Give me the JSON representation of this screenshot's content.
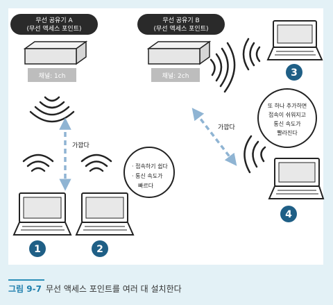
{
  "ap_a": {
    "title": "무선 공유기 A",
    "subtitle": "(무선 액세스 포인트)",
    "channel": "채널: 1ch"
  },
  "ap_b": {
    "title": "무선 공유기 B",
    "subtitle": "(무선 액세스 포인트)",
    "channel": "채널: 2ch"
  },
  "distance_label_left": "가깝다",
  "distance_label_right": "가깝다",
  "note_left": {
    "line1": "· 접속하기 쉽다",
    "line2": "· 통신 속도가",
    "line3": "빠르다"
  },
  "note_right": {
    "line1": "또 하나 추가하면",
    "line2": "접속이 쉬워지고",
    "line3": "통신 속도가",
    "line4": "빨라진다"
  },
  "devices": [
    "1",
    "2",
    "3",
    "4"
  ],
  "caption": {
    "number": "그림 9-7",
    "text": "무선 액세스 포인트를 여러 대 설치한다"
  },
  "colors": {
    "accent": "#1f5f86",
    "arrow": "#8fb4d3",
    "background": "#e3f1f6",
    "label_box": "#bdbdbd",
    "pill": "#2a2a2a"
  }
}
